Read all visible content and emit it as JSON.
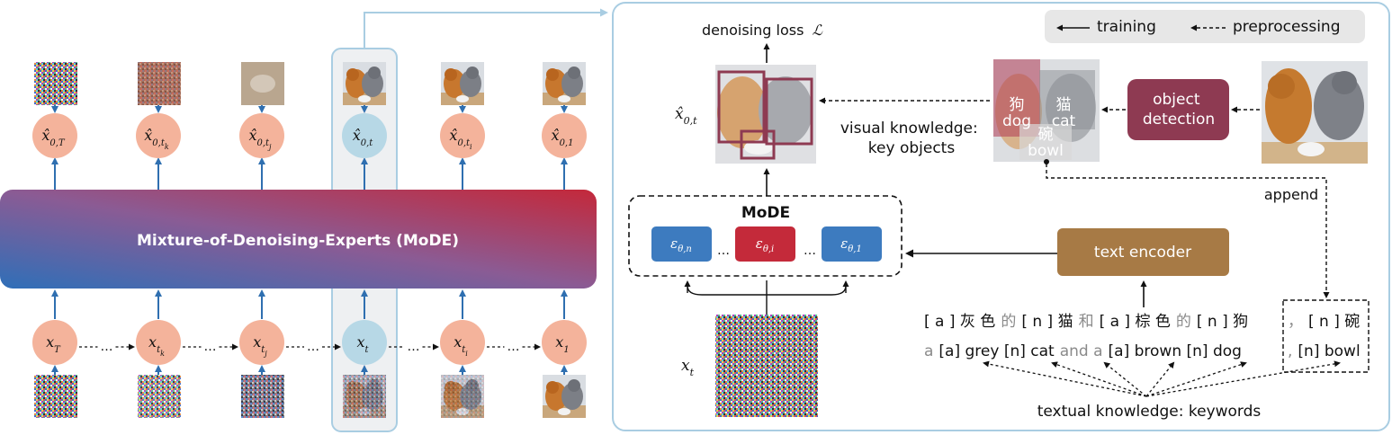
{
  "left": {
    "mode_banner": "Mixture-of-Denoising-Experts (MoDE)",
    "outputs": [
      {
        "base": "x̂",
        "sub": "0,T"
      },
      {
        "base": "x̂",
        "sub": "0,t",
        "subsub": "k"
      },
      {
        "base": "x̂",
        "sub": "0,t",
        "subsub": "j"
      },
      {
        "base": "x̂",
        "sub": "0,t"
      },
      {
        "base": "x̂",
        "sub": "0,t",
        "subsub": "i"
      },
      {
        "base": "x̂",
        "sub": "0,1"
      }
    ],
    "inputs": [
      {
        "base": "x",
        "sub": "T"
      },
      {
        "base": "x",
        "sub": "t",
        "subsub": "k"
      },
      {
        "base": "x",
        "sub": "t",
        "subsub": "j"
      },
      {
        "base": "x",
        "sub": "t"
      },
      {
        "base": "x",
        "sub": "t",
        "subsub": "i"
      },
      {
        "base": "x",
        "sub": "1"
      }
    ],
    "ellipsis": "…"
  },
  "right": {
    "legend": {
      "training": "training",
      "preprocessing": "preprocessing"
    },
    "denoising_loss": "denoising loss",
    "loss_symbol": "ℒ",
    "xhat_label": {
      "base": "x̂",
      "sub": "0,t"
    },
    "xt_label": {
      "base": "x",
      "sub": "t"
    },
    "mode_title": "MoDE",
    "experts": [
      {
        "base": "ε",
        "sub": "θ,n"
      },
      {
        "base": "ε",
        "sub": "θ,i"
      },
      {
        "base": "ε",
        "sub": "θ,1"
      }
    ],
    "expert_dots": "…",
    "text_encoder": "text encoder",
    "object_detection": [
      "object",
      "detection"
    ],
    "visual_knowledge": [
      "visual knowledge:",
      "key objects"
    ],
    "append": "append",
    "detected_objects": [
      {
        "zh": "狗",
        "en": "dog"
      },
      {
        "zh": "猫",
        "en": "cat"
      },
      {
        "zh": "碗",
        "en": "bowl"
      }
    ],
    "caption_zh": [
      {
        "t": "[ a ] 灰 色",
        "gray": false
      },
      {
        "t": "的",
        "gray": true
      },
      {
        "t": "[ n ] 猫",
        "gray": false
      },
      {
        "t": "和",
        "gray": true
      },
      {
        "t": "[ a ] 棕 色",
        "gray": false
      },
      {
        "t": "的",
        "gray": true
      },
      {
        "t": "[ n ] 狗",
        "gray": false
      }
    ],
    "caption_zh_append": [
      {
        "t": "，",
        "gray": true
      },
      {
        "t": "[ n ] 碗",
        "gray": false
      }
    ],
    "caption_en": [
      {
        "t": "a",
        "gray": true
      },
      {
        "t": "[a] grey [n] cat",
        "gray": false
      },
      {
        "t": "and a",
        "gray": true
      },
      {
        "t": "[a] brown [n] dog",
        "gray": false
      }
    ],
    "caption_en_append": [
      {
        "t": ",",
        "gray": true
      },
      {
        "t": "[n] bowl",
        "gray": false
      }
    ],
    "textual_knowledge": "textual knowledge: keywords"
  },
  "colors": {
    "peach": "#f4b39b",
    "light_blue": "#b7d8e6",
    "expert_blue": "#3d7bbf",
    "expert_red": "#c42a3a",
    "text_encoder": "#a77a45",
    "object_detection": "#8e3a52",
    "arrow_blue": "#2f6fb0",
    "frame_blue": "#a9cde2",
    "gray_text": "#8a8a8a"
  }
}
